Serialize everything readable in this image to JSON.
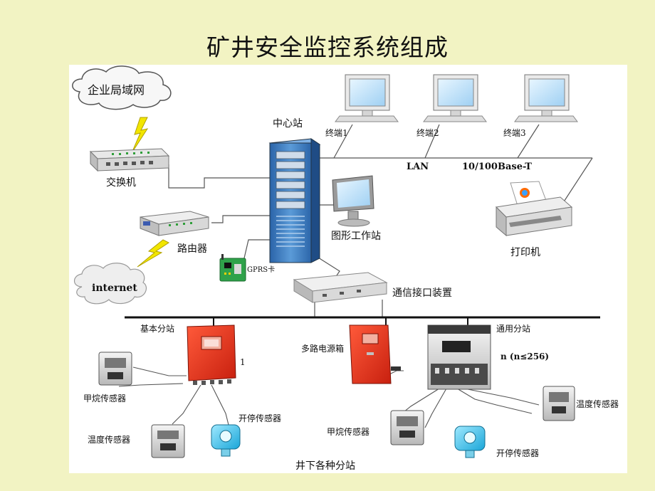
{
  "title": "矿井安全监控系统组成",
  "colors": {
    "background": "#f2f3c3",
    "panel": "#ffffff",
    "station_blue": "#3f7fc4",
    "substation_red": "#e03020",
    "lightning": "#f2e600",
    "line": "#555555"
  },
  "nodes": {
    "enterprise_lan": "企业局域网",
    "switch": "交换机",
    "router": "路由器",
    "internet": "internet",
    "gprs_card": "GPRS卡",
    "center_station": "中心站",
    "terminal_1": "终端1",
    "terminal_2": "终端2",
    "terminal_3": "终端3",
    "lan": "LAN",
    "base_t": "10/100Base-T",
    "graphic_workstation": "图形工作站",
    "printer": "打印机",
    "comm_interface": "通信接口装置",
    "basic_substation": "基本分站",
    "basic_substation_count": "1",
    "multi_power_box": "多路电源箱",
    "general_substation": "通用分站",
    "general_substation_count": "n (n≤256)",
    "methane_sensor_left": "甲烷传感器",
    "temp_sensor_left": "温度传感器",
    "stop_sensor_left": "开停传感器",
    "methane_sensor_right": "甲烷传感器",
    "stop_sensor_right": "开停传感器",
    "temp_sensor_right": "温度传感器",
    "underground_substations": "井下各种分站"
  }
}
